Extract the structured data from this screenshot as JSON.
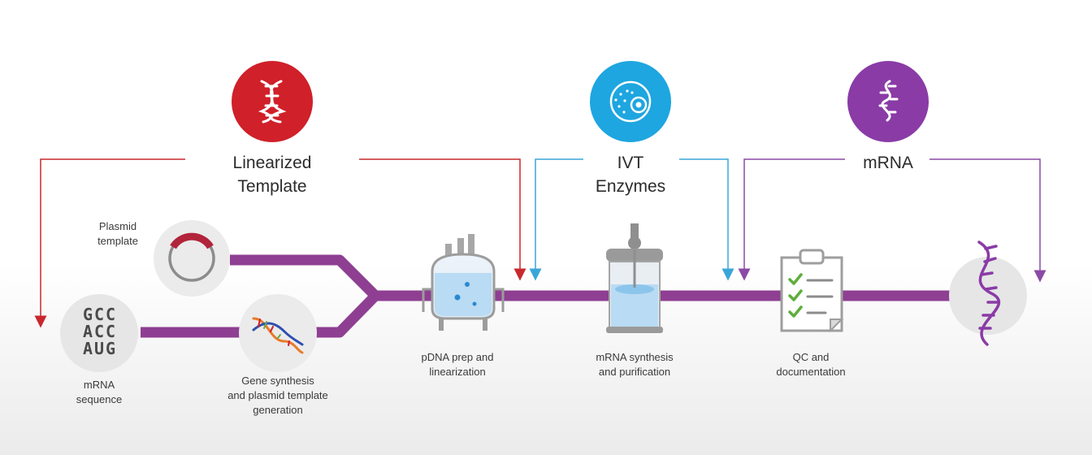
{
  "categories": {
    "linearized": {
      "label_line1": "Linearized",
      "label_line2": "Template",
      "color": "#d0202a"
    },
    "ivt": {
      "label_line1": "IVT",
      "label_line2": "Enzymes",
      "color": "#1ea6e0"
    },
    "mrna": {
      "label": "mRNA",
      "color": "#8a3ba6"
    }
  },
  "pipeline_color": "#8e3f92",
  "steps": {
    "plasmid": {
      "line1": "Plasmid",
      "line2": "template"
    },
    "sequence": {
      "codons": [
        "GCC",
        "ACC",
        "AUG"
      ],
      "line1": "mRNA",
      "line2": "sequence"
    },
    "gene_synthesis": {
      "line1": "Gene synthesis",
      "line2": "and plasmid template",
      "line3": "generation"
    },
    "pdna": {
      "line1": "pDNA prep and",
      "line2": "linearization"
    },
    "synthesis": {
      "line1": "mRNA synthesis",
      "line2": "and purification"
    },
    "qc": {
      "line1": "QC and",
      "line2": "documentation"
    }
  }
}
